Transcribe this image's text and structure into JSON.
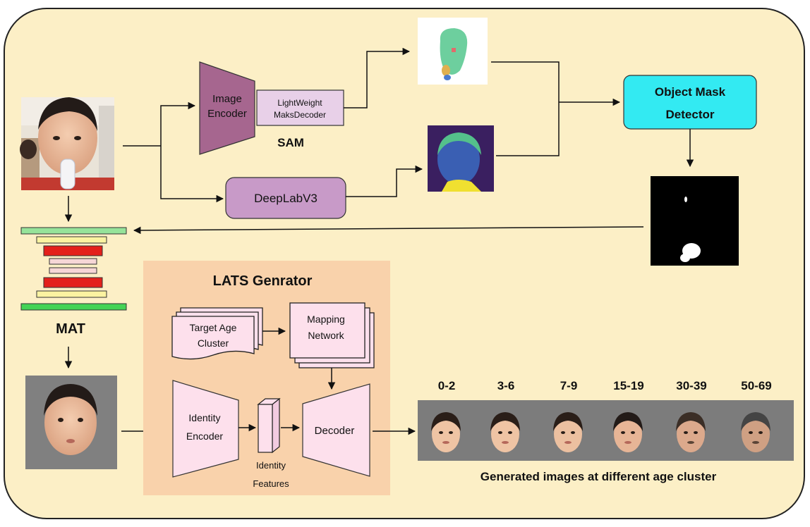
{
  "sam": {
    "encoder_line1": "Image",
    "encoder_line2": "Encoder",
    "decoder_line1": "LightWeight",
    "decoder_line2": "MaksDecoder",
    "label": "SAM"
  },
  "deeplab": {
    "label": "DeepLabV3"
  },
  "detector": {
    "line1": "Object Mask",
    "line2": "Detector"
  },
  "mat": {
    "label": "MAT"
  },
  "lats": {
    "title": "LATS Genrator",
    "target_line1": "Target Age",
    "target_line2": "Cluster",
    "mapping_line1": "Mapping",
    "mapping_line2": "Network",
    "identity_encoder_line1": "Identity",
    "identity_encoder_line2": "Encoder",
    "features_line1": "Identity",
    "features_line2": "Features",
    "decoder": "Decoder"
  },
  "output": {
    "ages": [
      "0-2",
      "3-6",
      "7-9",
      "15-19",
      "30-39",
      "50-69"
    ],
    "caption": "Generated images at different age cluster"
  },
  "colors": {
    "background": "#fcefc6",
    "encoder": "#a6668f",
    "mask_decoder": "#e8d0e8",
    "deeplab": "#c89ac8",
    "detector": "#33eaf2",
    "lats_panel": "#f9d2ab",
    "pink_block": "#fde0ec",
    "output_strip": "#7c7c7c"
  }
}
